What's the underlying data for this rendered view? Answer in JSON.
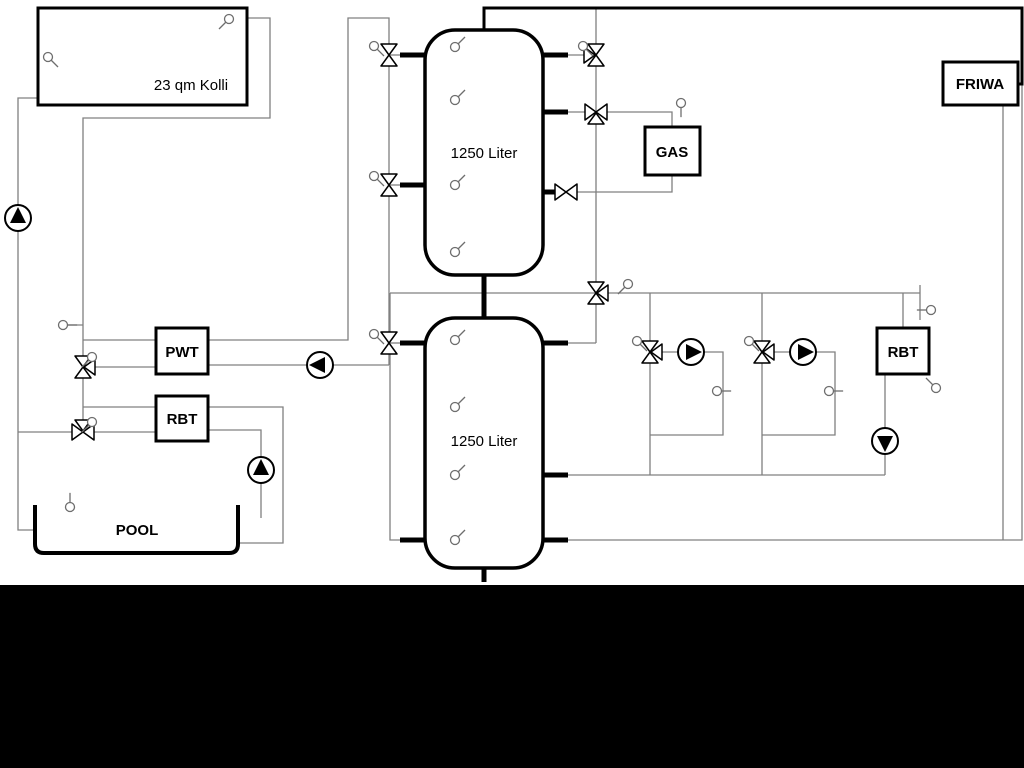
{
  "labels": {
    "collector": "23 qm Kolli",
    "tank_upper": "1250 Liter",
    "tank_lower": "1250 Liter",
    "boiler": "GAS",
    "friwa": "FRIWA",
    "pwt": "PWT",
    "rbt_pool": "RBT",
    "rbt_heating": "RBT",
    "pool": "POOL"
  },
  "colors": {
    "pipe": "#808080",
    "component_outline": "#000000",
    "canvas": "#ffffff",
    "letterbox": "#000000"
  },
  "icons": {
    "pump": "circle-with-filled-triangle",
    "valve": "bowtie-triangles",
    "three_way_valve": "bowtie-with-branch-triangle",
    "sensor": "small-circle-with-stem"
  }
}
